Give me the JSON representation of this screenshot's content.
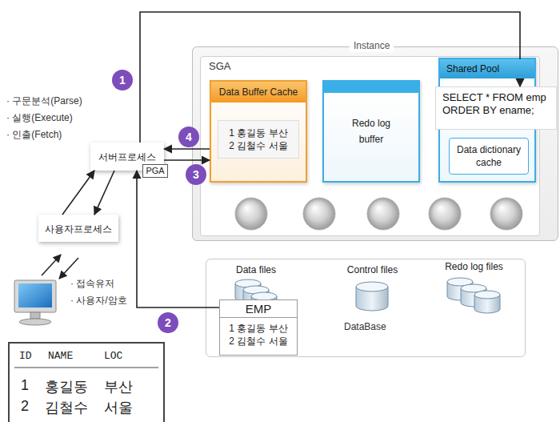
{
  "diagram": {
    "nodes": [
      {
        "text": [
          "Instance"
        ]
      },
      {
        "text": [
          "SGA"
        ],
        "in": 0
      },
      {
        "text": [
          "Data Buffer Cache"
        ],
        "in": 1
      },
      {
        "text": [
          "1 홍길동 부산",
          "2 김철수 서울"
        ],
        "in": 2
      },
      {
        "text": [
          "Redo log buffer"
        ],
        "in": 1
      },
      {
        "text": [
          "Shared Pool"
        ],
        "in": 1
      },
      {
        "text": [
          "SELECT * FROM emp ORDER BY ename;"
        ],
        "in": 5
      },
      {
        "text": [
          "Data dictionary cache"
        ],
        "in": 5
      },
      {
        "text": [
          "서버프로세스"
        ]
      },
      {
        "text": [
          "PGA"
        ]
      },
      {
        "text": [
          "사용자프로세스"
        ]
      },
      {
        "text": [
          "DataBase"
        ]
      },
      {
        "text": [
          "Data files"
        ],
        "in": 11
      },
      {
        "text": [
          "EMP",
          "1 홍길동 부산",
          "2 김철수 서울"
        ],
        "in": 11
      },
      {
        "text": [
          "Control files"
        ],
        "in": 11
      },
      {
        "text": [
          "Redo log files"
        ],
        "in": 11
      },
      {
        "text": [
          "ID",
          "NAME",
          "LOC",
          "1",
          "홍길동",
          "부산",
          "2",
          "김철수",
          "서울"
        ]
      }
    ],
    "edges": [
      {
        "from": 8,
        "to": 6,
        "arrow": "to"
      },
      {
        "from": 13,
        "to": 8,
        "arrow": "to"
      },
      {
        "from": 8,
        "to": 2,
        "arrow": "to"
      },
      {
        "from": 2,
        "to": 8,
        "arrow": "to"
      },
      {
        "from": 10,
        "to": 8,
        "arrow": "to"
      },
      {
        "from": 8,
        "to": 10,
        "arrow": "to"
      }
    ],
    "labels": [
      "· 구문분석(Parse)",
      "· 실행(Execute)",
      "· 인출(Fetch)",
      "1",
      "2",
      "3",
      "4",
      "· 접속유저",
      "· 사용자/암호"
    ]
  }
}
